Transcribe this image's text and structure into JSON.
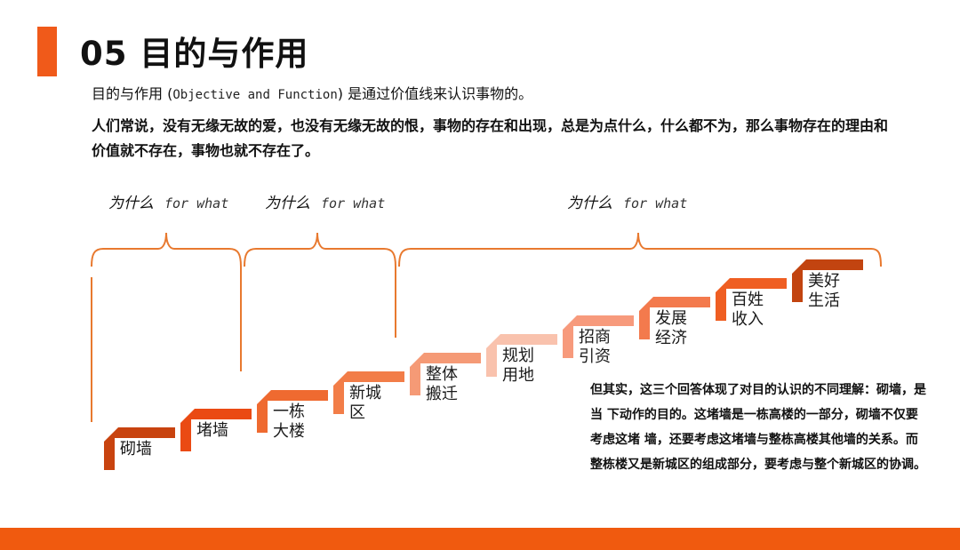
{
  "title": "05 目的与作用",
  "intro": {
    "prefix": "目的与作用 (",
    "english": "Objective and Function",
    "suffix": ") 是通过价值线来认识事物的。"
  },
  "paragraph": "人们常说，没有无缘无故的爱，也没有无缘无故的恨，事物的存在和出现，总是为点什么，什么都不为，那么事物存在的理由和价值就不存在，事物也就不存在了。",
  "brackets": [
    {
      "zh": "为什么",
      "en": "for what"
    },
    {
      "zh": "为什么",
      "en": "for what"
    },
    {
      "zh": "为什么",
      "en": "for what"
    }
  ],
  "steps": [
    {
      "label": "砌墙",
      "color": "#c8430f"
    },
    {
      "label": "堵墙",
      "color": "#ea4a13"
    },
    {
      "label": "一栋\n大楼",
      "color": "#ef6a30"
    },
    {
      "label": "新城\n区",
      "color": "#f27d48"
    },
    {
      "label": "整体\n搬迁",
      "color": "#f59a76"
    },
    {
      "label": "规划\n用地",
      "color": "#f9c2ad"
    },
    {
      "label": "招商\n引资",
      "color": "#f79a7c"
    },
    {
      "label": "发展\n经济",
      "color": "#f37a4d"
    },
    {
      "label": "百姓\n收入",
      "color": "#ef5e22"
    },
    {
      "label": "美好\n生活",
      "color": "#c24410"
    }
  ],
  "note": "但其实，这三个回答体现了对目的认识的不同理解：砌墙，是当 下动作的目的。这堵墙是一栋高楼的一部分，砌墙不仅要考虑这堵 墙，还要考虑这堵墙与整栋高楼其他墙的关系。而整栋楼又是新城区的组成部分，要考虑与整个新城区的协调。",
  "colors": {
    "accent": "#f05a1a",
    "bracket": "#e8792f"
  }
}
